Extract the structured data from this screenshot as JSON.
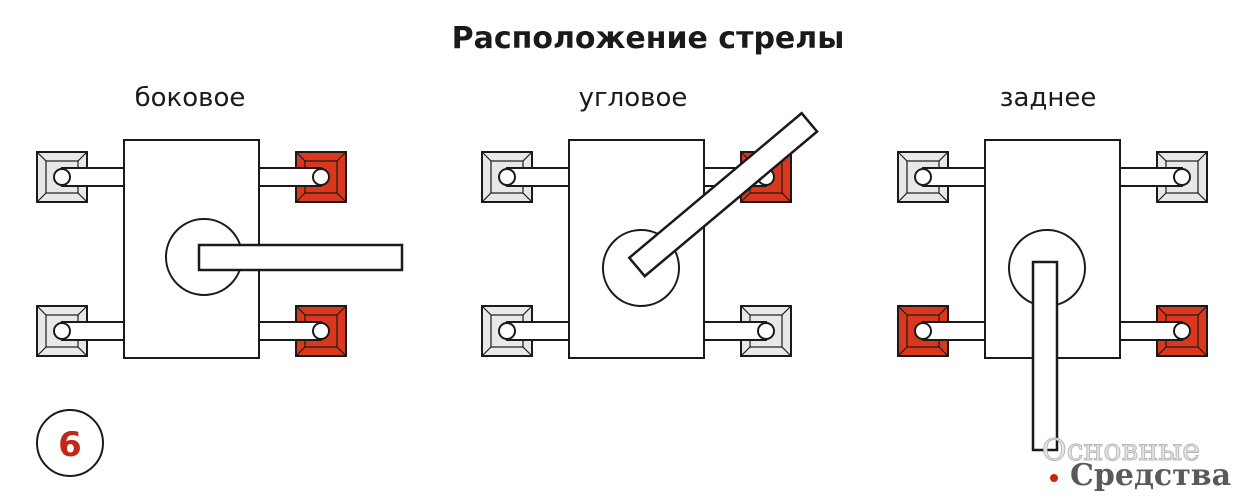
{
  "title": "Расположение стрелы",
  "variants": [
    {
      "label": "боковое",
      "outriggers": [
        "white",
        "red",
        "white",
        "red"
      ]
    },
    {
      "label": "угловое",
      "outriggers": [
        "white",
        "red",
        "white",
        "white"
      ]
    },
    {
      "label": "заднее",
      "outriggers": [
        "white",
        "white",
        "red",
        "red"
      ]
    }
  ],
  "figure_number": "6",
  "watermark": {
    "line1": "Основные",
    "line2": "Средства"
  },
  "colors": {
    "red_pad": "#d9381e",
    "white_pad": "#e8e8e8",
    "badge": "#c0281c",
    "line": "#1a1a1a"
  }
}
